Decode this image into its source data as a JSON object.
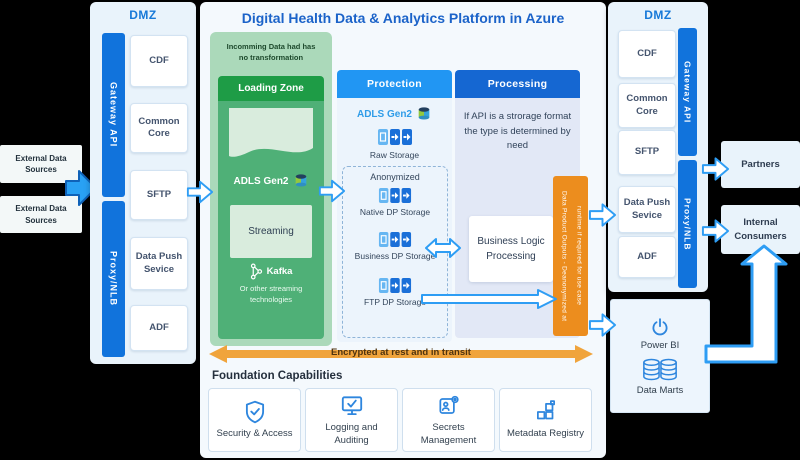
{
  "colors": {
    "accent_blue": "#2196f3",
    "deep_blue": "#1567d2",
    "bar_blue": "#1173dc",
    "title_blue": "#1b63c9",
    "green_panel": "#abd9ba",
    "green_header": "#1e9c46",
    "green_body": "#4fb077",
    "orange_bar": "#ec8d1e",
    "orange_arrow": "#f0a43c",
    "icon_blue": "#2e86de"
  },
  "header": {
    "title": "Digital Health Data & Analytics Platform in Azure"
  },
  "external_sources": {
    "items": [
      "External Data Sources",
      "External Data Sources"
    ]
  },
  "left_dmz": {
    "title": "DMZ",
    "gateway": "Gateway API",
    "proxy": "Proxy/NLB",
    "boxes": [
      "CDF",
      "Common Core",
      "SFTP",
      "Data Push Sevice",
      "ADF"
    ]
  },
  "right_dmz": {
    "title": "DMZ",
    "gateway": "Gateway API",
    "proxy": "Proxy/NLB",
    "boxes": [
      "CDF",
      "Common Core",
      "SFTP",
      "Data Push Sevice",
      "ADF"
    ]
  },
  "loading_zone": {
    "note": "Incomming Data had has\nno transformation",
    "header": "Loading Zone",
    "adls": "ADLS Gen2",
    "adls_icon": "adls-gen2-icon",
    "streaming": "Streaming",
    "kafka": "Kafka",
    "kafka_icon": "kafka-icon",
    "alt": "Or other streaming technologies"
  },
  "protection": {
    "header": "Protection",
    "adls": "ADLS Gen2",
    "adls_icon": "adls-gen2-icon",
    "raw": "Raw Storage",
    "anonymized": "Anonymized",
    "storage_icon": "blob-container-icon",
    "storages": [
      "Native DP Storage",
      "Business DP Storage",
      "FTP DP Storage"
    ]
  },
  "processing": {
    "header": "Processing",
    "note": "If API is a strorage format the type is determined by need",
    "business_box": "Business Logic Processing"
  },
  "outputs_bar": "Data Product Outputs - Deanonymized at runtime if required for use case",
  "encryption_bar": "Encrypted at rest and in transit",
  "foundation": {
    "title": "Foundation Capabilities",
    "items": [
      {
        "label": "Security & Access",
        "icon": "shield-check-icon"
      },
      {
        "label": "Logging and Auditing",
        "icon": "monitor-check-icon"
      },
      {
        "label": "Secrets Management",
        "icon": "secrets-badge-icon"
      },
      {
        "label": "Metadata Registry",
        "icon": "metadata-blocks-icon"
      }
    ]
  },
  "bi_panel": {
    "power_bi": "Power BI",
    "power_icon": "power-bi-icon",
    "data_marts": "Data Marts",
    "marts_icon": "data-marts-icon"
  },
  "consumers": {
    "partners": "Partners",
    "internal": "Internal Consumers"
  }
}
